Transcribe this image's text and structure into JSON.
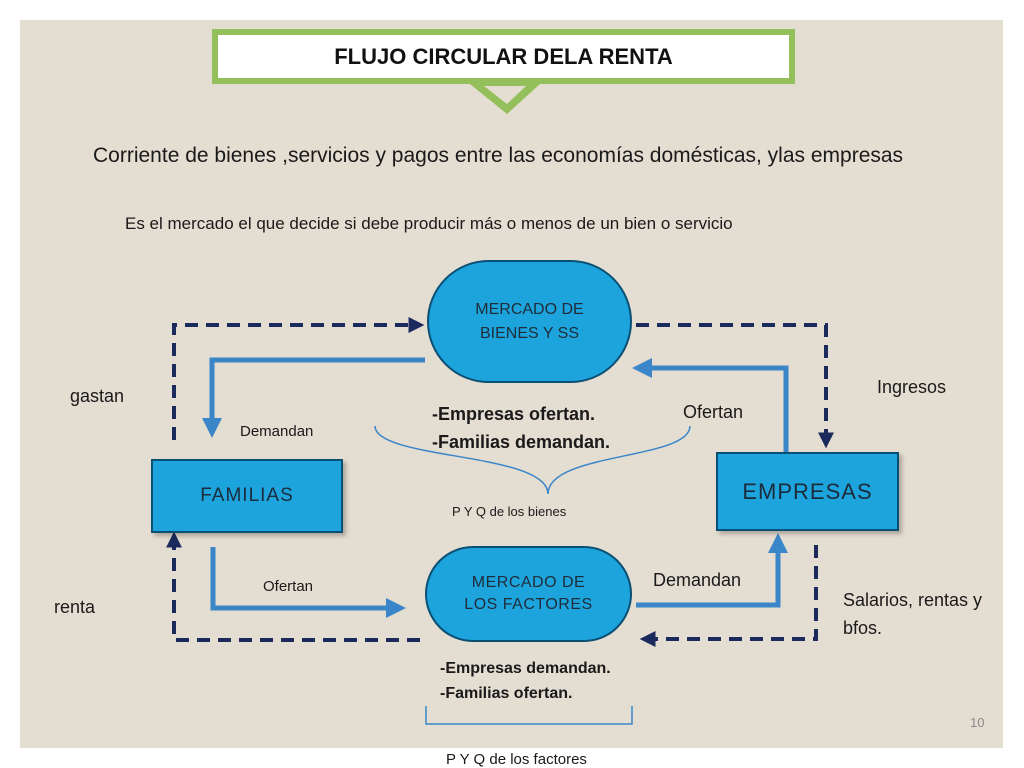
{
  "title": "FLUJO CIRCULAR DELA RENTA",
  "subtitle": "Corriente de bienes ,servicios y pagos entre las economías domésticas, ylas empresas",
  "subline": "Es el mercado el que decide si debe producir más o menos de un bien o servicio",
  "market_goods": {
    "line1": "MERCADO DE",
    "line2": "BIENES Y SS"
  },
  "market_factors": {
    "line1": "MERCADO DE",
    "line2": "LOS FACTORES"
  },
  "families": "FAMILIAS",
  "firms": "EMPRESAS",
  "labels": {
    "gastan": "gastan",
    "ingresos": "Ingresos",
    "renta": "renta",
    "salarios_line1": "Salarios, rentas y",
    "salarios_line2": "bfos.",
    "demandan_top": "Demandan",
    "ofertan_top": "Ofertan",
    "ofertan_bottom": "Ofertan",
    "demandan_bottom": "Demandan"
  },
  "goods_notes": {
    "line1": "-Empresas ofertan.",
    "line2": "-Familias demandan."
  },
  "goods_caption": "P Y Q  de los bienes",
  "factor_notes": {
    "line1": "-Empresas demandan.",
    "line2": "-Familias ofertan."
  },
  "factor_caption": "P Y Q de los factores",
  "page_number": "10",
  "colors": {
    "title_border": "#93c05a",
    "box_fill": "#1da4dc",
    "solid_arrow": "#3a86c8",
    "dashed_arrow": "#1b2a5c",
    "background": "#e4ddd1"
  }
}
